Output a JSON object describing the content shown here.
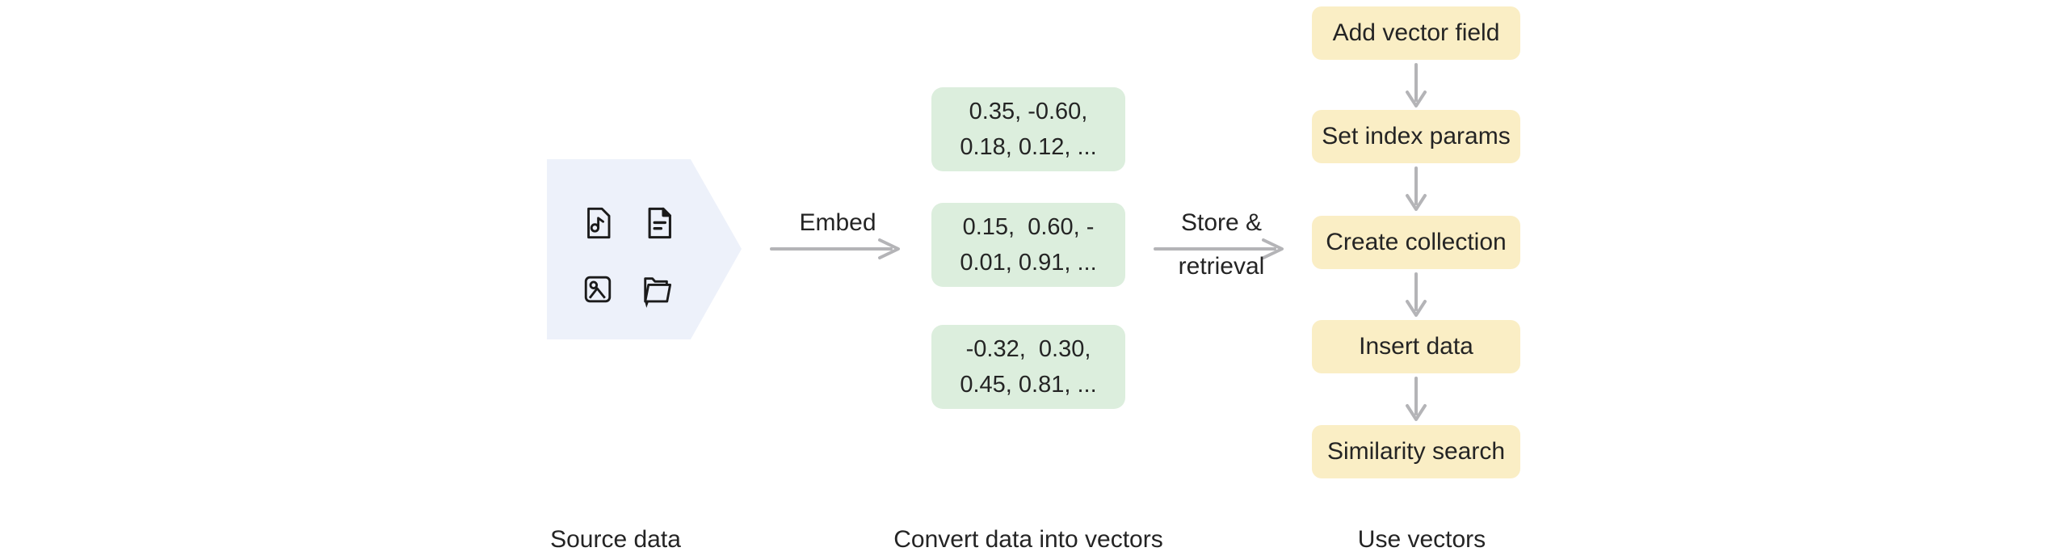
{
  "source": {
    "caption": "Source data",
    "icons": [
      "audio-file-icon",
      "text-file-icon",
      "image-icon",
      "folder-open-icon"
    ]
  },
  "embed": {
    "label": "Embed"
  },
  "vectors": {
    "caption": "Convert data into vectors",
    "boxes": [
      {
        "line1": "0.35, -0.60,",
        "line2": "0.18, 0.12, ..."
      },
      {
        "line1": "0.15,  0.60, -",
        "line2": "0.01, 0.91, ..."
      },
      {
        "line1": "-0.32,  0.30,",
        "line2": "0.45, 0.81, ..."
      }
    ]
  },
  "store": {
    "line1": "Store &",
    "line2": "retrieval"
  },
  "steps": {
    "caption": "Use vectors",
    "items": [
      "Add vector field",
      "Set index params",
      "Create collection",
      "Insert data",
      "Similarity search"
    ]
  },
  "colors": {
    "background": "#ffffff",
    "source_shape": "#edf1fa",
    "vector_box": "#dceedd",
    "step_box": "#faeec5",
    "arrow": "#b4b4b7",
    "text": "#242424",
    "icon": "#1b1b1b"
  }
}
